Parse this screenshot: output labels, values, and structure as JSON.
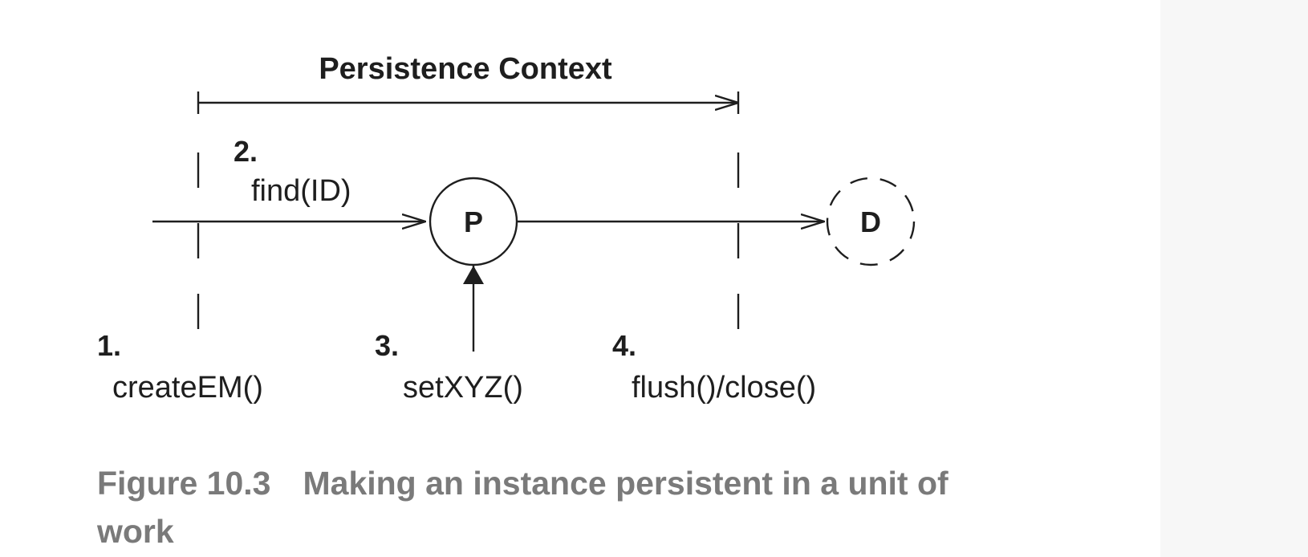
{
  "diagram": {
    "title": "Persistence Context",
    "steps": [
      {
        "number": "1.",
        "call": "createEM()"
      },
      {
        "number": "2.",
        "call": "find(ID)"
      },
      {
        "number": "3.",
        "call": "setXYZ()"
      },
      {
        "number": "4.",
        "call": "flush()/close()"
      }
    ],
    "nodes": [
      {
        "label": "P",
        "style": "solid"
      },
      {
        "label": "D",
        "style": "dashed"
      }
    ]
  },
  "caption": {
    "label": "Figure 10.3",
    "text": "Making an instance persistent in a unit of work"
  },
  "colors": {
    "ink": "#1e1e1e",
    "caption": "#7a7a7a",
    "margin": "#f7f7f7"
  }
}
